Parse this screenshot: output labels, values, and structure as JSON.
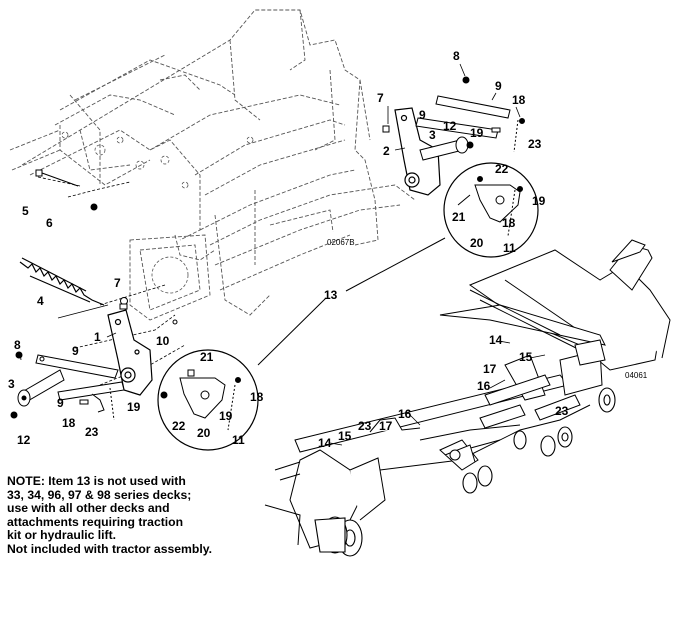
{
  "figure_codes": {
    "upper": "02067B",
    "lower": "04061"
  },
  "callouts": {
    "c1": "1",
    "c2": "2",
    "c3a": "3",
    "c3b": "3",
    "c4": "4",
    "c5": "5",
    "c6": "6",
    "c7a": "7",
    "c7b": "7",
    "c8a": "8",
    "c8b": "8",
    "c9a": "9",
    "c9b": "9",
    "c9c": "9",
    "c9d": "9",
    "c10": "10",
    "c11a": "11",
    "c11b": "11",
    "c12a": "12",
    "c12b": "12",
    "c13": "13",
    "c14a": "14",
    "c14b": "14",
    "c15a": "15",
    "c15b": "15",
    "c16a": "16",
    "c16b": "16",
    "c17a": "17",
    "c17b": "17",
    "c18a": "18",
    "c18b": "18",
    "c18c": "18",
    "c18d": "18",
    "c19a": "19",
    "c19b": "19",
    "c19c": "19",
    "c19d": "19",
    "c20a": "20",
    "c20b": "20",
    "c21a": "21",
    "c21b": "21",
    "c22a": "22",
    "c22b": "22",
    "c23a": "23",
    "c23b": "23",
    "c23c": "23",
    "c23d": "23"
  },
  "note": {
    "line1": "NOTE:  Item 13 is not used with",
    "line2": "33, 34, 96, 97 & 98 series decks;",
    "line3": "use with all other decks and",
    "line4": "attachments requiring traction",
    "line5": "kit or hydraulic lift.",
    "line6": "Not included with tractor assembly."
  }
}
